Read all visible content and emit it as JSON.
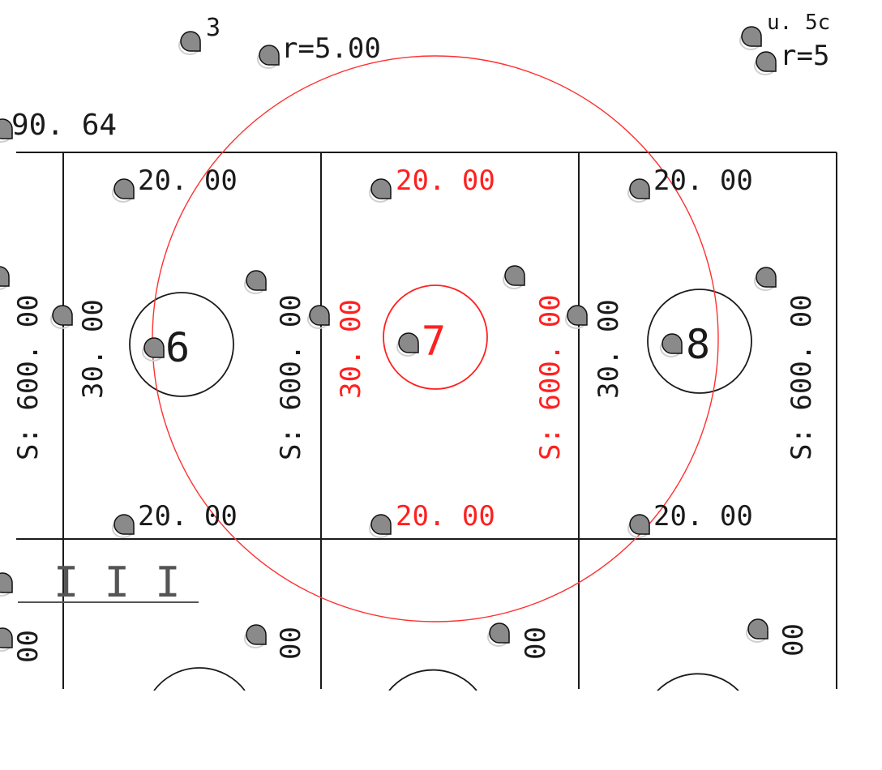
{
  "colors": {
    "line": "#1a1a1a",
    "highlight": "#ff2020",
    "grip": "#8a8a8a",
    "background": "#ffffff"
  },
  "icons": {
    "node_marker": "grip-handle-icon"
  },
  "top": {
    "radius_label": "r=5.00",
    "radius_label_right": "r=5",
    "partial_label_left": "3",
    "partial_label_right": "u. 5c",
    "left_value": "90. 64"
  },
  "cells": [
    {
      "number": "6",
      "top_dim": "20. 00",
      "bottom_dim": "20. 00",
      "width_dim": "30. 00",
      "area_dim": "S: 600. 00",
      "highlighted": false
    },
    {
      "number": "7",
      "top_dim": "20. 00",
      "bottom_dim": "20. 00",
      "width_dim": "30. 00",
      "area_dim": "S: 600. 00",
      "highlighted": true
    },
    {
      "number": "8",
      "top_dim": "20. 00",
      "bottom_dim": "20. 00",
      "width_dim": "30. 00",
      "area_dim": "S: 600. 00",
      "highlighted": false
    }
  ],
  "left_edge": {
    "area_dim_partial": "S: 600. 00",
    "lower_partial": "00"
  },
  "lower_row": {
    "section_label": "I I I",
    "partial_dim": "00"
  }
}
